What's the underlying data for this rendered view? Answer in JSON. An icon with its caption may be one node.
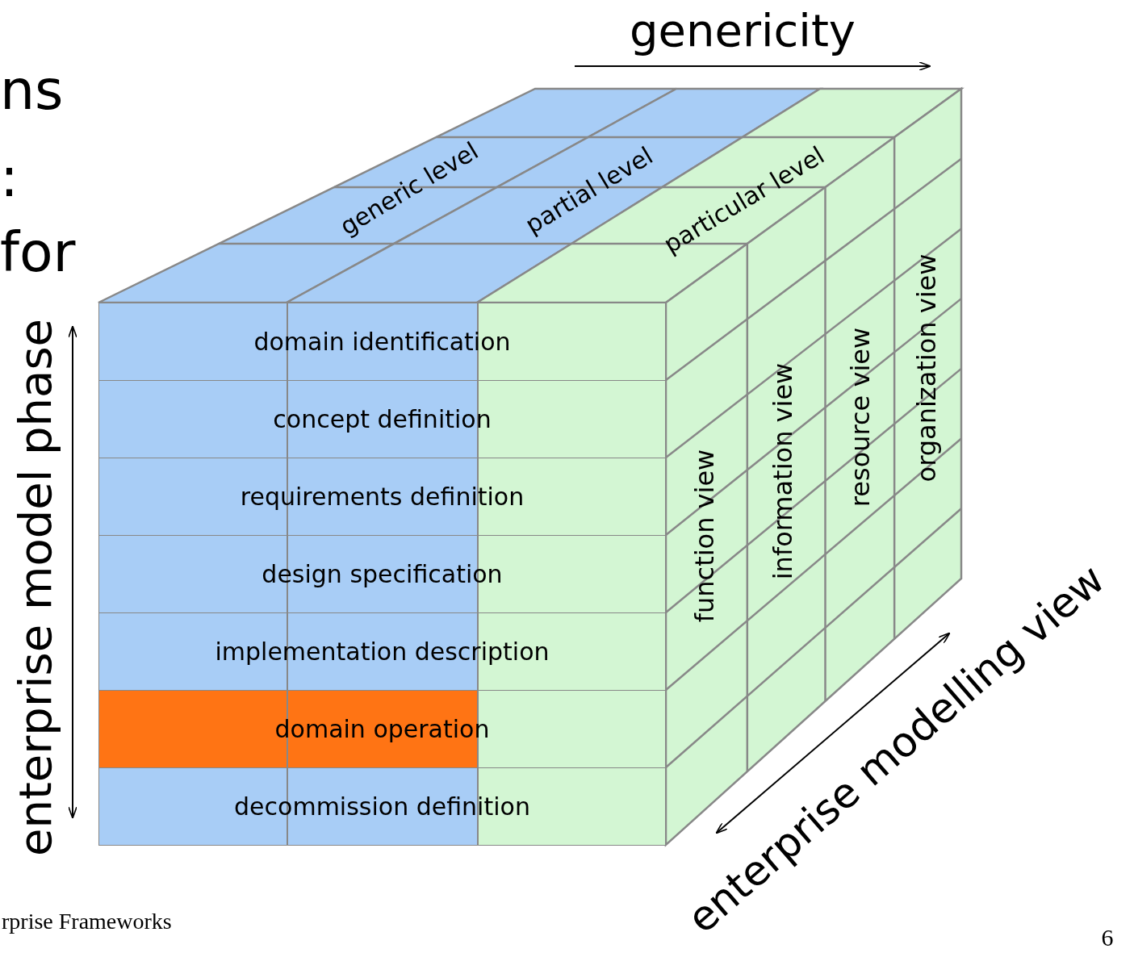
{
  "diagram": {
    "nodes": [
      {
        "text": [
          "domain identification"
        ]
      },
      {
        "text": [
          "concept definition"
        ]
      },
      {
        "text": [
          "requirements definition"
        ]
      },
      {
        "text": [
          "design specification"
        ]
      },
      {
        "text": [
          "implementation description"
        ]
      },
      {
        "text": [
          "domain operation"
        ]
      },
      {
        "text": [
          "decommission definition"
        ]
      }
    ],
    "edges": [],
    "labels": [
      "ns",
      ":",
      "for",
      "genericity",
      "generic level",
      "partial level",
      "particular level",
      "enterprise model phase",
      "function view",
      "information view",
      "resource view",
      "organization view",
      "enterprise modelling view",
      "rprise Frameworks",
      "6"
    ]
  }
}
